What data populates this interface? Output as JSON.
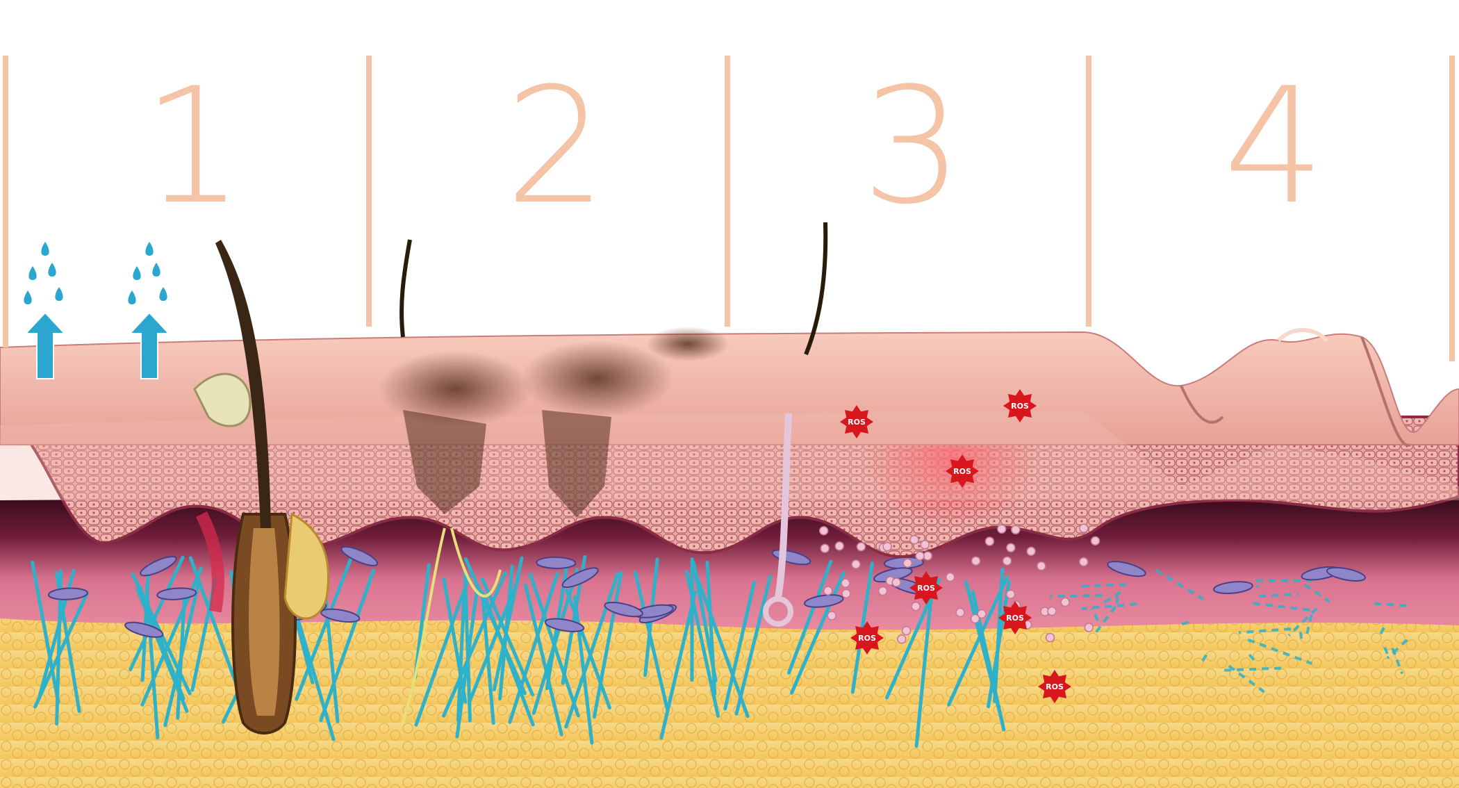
{
  "panels": [
    {
      "number": "1"
    },
    {
      "number": "2"
    },
    {
      "number": "3"
    },
    {
      "number": "4"
    }
  ],
  "ros_label": "ROS",
  "colors": {
    "divider": "#f5c3a6",
    "number": "#f5c3a6",
    "epidermis_surface": "#efb3a6",
    "epidermis_cells": "#e79a93",
    "dermis_dark": "#4a0f25",
    "dermis_pink": "#d5728e",
    "fat": "#f2cf72",
    "fiber": "#2fb1c9",
    "water": "#2aa6cf",
    "ros_burst": "#d8161e",
    "hair": "#3a2614",
    "pigment": "#6b3a2a",
    "inflammation": "#ff4b57"
  }
}
